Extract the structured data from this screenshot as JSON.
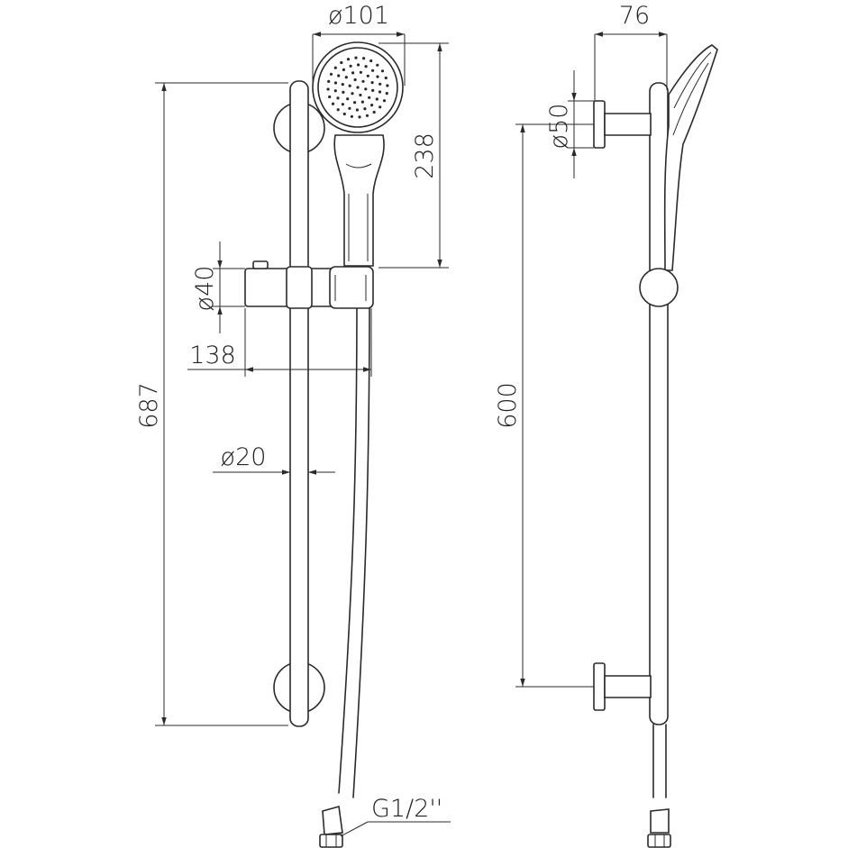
{
  "title": "",
  "views": {
    "front": {
      "dimensions": {
        "head_diameter": "ø101",
        "head_height": "238",
        "bar_length": "687",
        "slider_diameter": "ø40",
        "projection": "138",
        "bar_diameter": "ø20",
        "connection": "G1/2''"
      }
    },
    "side": {
      "dimensions": {
        "depth": "76",
        "bracket_diameter": "ø50",
        "bracket_spacing": "600"
      }
    }
  }
}
